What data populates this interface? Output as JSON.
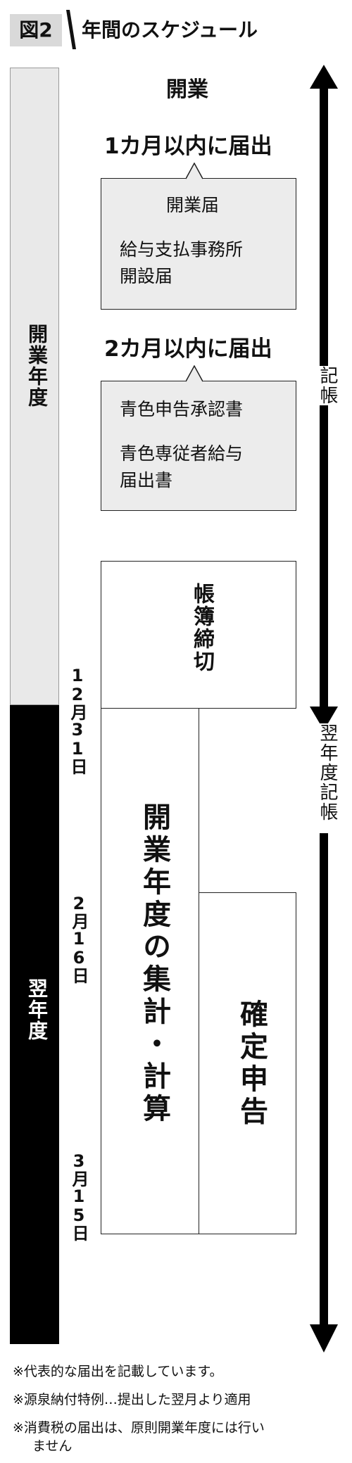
{
  "header": {
    "figure_label": "図2",
    "title": "年間のスケジュール"
  },
  "year_bar": {
    "first_year": "開業年度",
    "next_year": "翌年度"
  },
  "dates": [
    "12月31日",
    "2月16日",
    "3月15日"
  ],
  "headings": {
    "kaigyo": "開業",
    "within_1_month": "1カ月以内に届出",
    "within_2_months": "2カ月以内に届出"
  },
  "callout1": {
    "items": [
      "開業届",
      "給与支払事務所",
      "開設届"
    ]
  },
  "callout2": {
    "items": [
      "青色申告承認書",
      "青色専従者給与",
      "届出書"
    ]
  },
  "process": {
    "books_closing": "帳簿締切",
    "first_year_totals": "開業年度の集計・計算",
    "tax_return": "確定申告"
  },
  "right_labels": {
    "bookkeeping": "記帳",
    "next_year_bookkeeping": "翌年度記帳"
  },
  "notes": [
    "※代表的な届出を記載しています。",
    "※源泉納付特例…提出した翌月より適用",
    "※消費税の届出は、原則開業年度には行い",
    "ません"
  ],
  "colors": {
    "black": "#000000",
    "light_gray": "#e9e9e9",
    "callout_gray": "#ececec",
    "header_gray": "#d9d9d9"
  }
}
